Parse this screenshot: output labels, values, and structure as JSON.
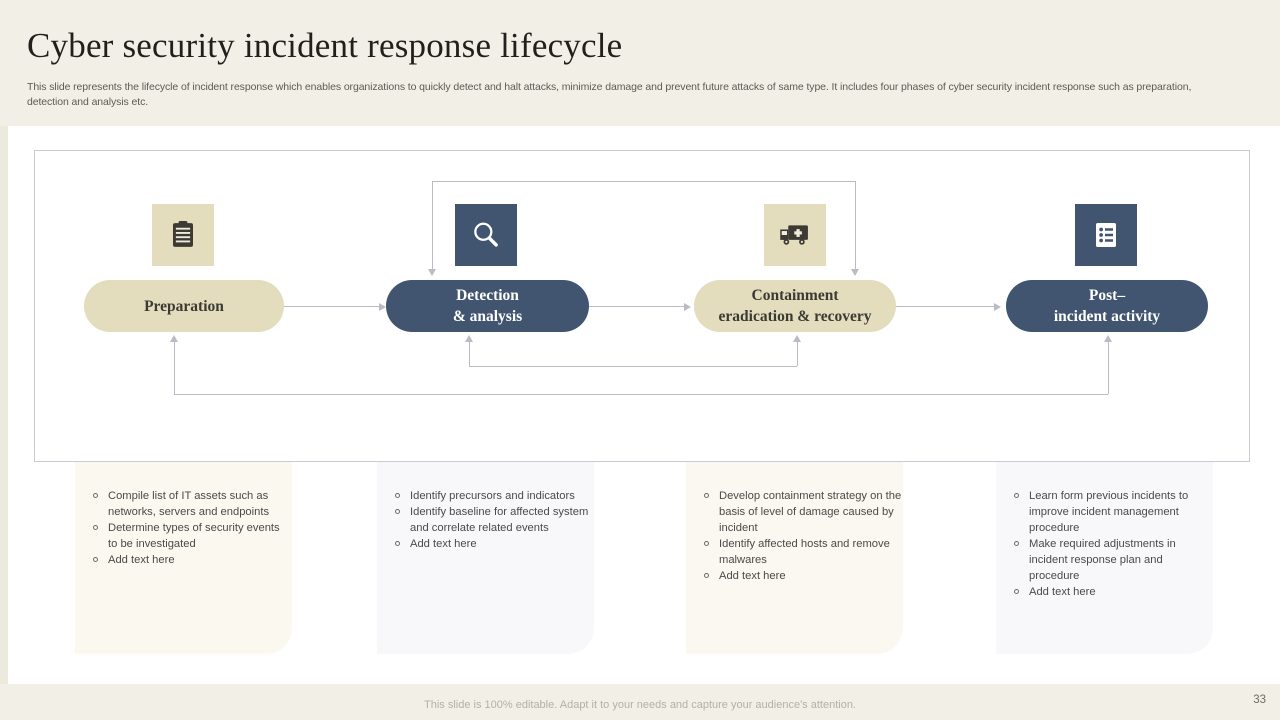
{
  "header": {
    "title": "Cyber security incident response lifecycle",
    "subtitle": "This slide represents the lifecycle of incident response which enables organizations to quickly detect and halt attacks, minimize damage and prevent future attacks of same type. It includes four phases of cyber security incident response such as preparation, detection and analysis etc."
  },
  "colors": {
    "page_background": "#f2f0e6",
    "panel_background": "#ffffff",
    "accent_beige": "#e3dcbd",
    "accent_navy": "#415570",
    "connector": "#b9bcc4",
    "title_text": "#231f1c",
    "body_text": "#4a4a4a"
  },
  "diagram": {
    "phases": [
      {
        "id": "preparation",
        "label": "Preparation",
        "style": "beige",
        "icon": "clipboard-checklist-icon",
        "icon_tile_style": "beige"
      },
      {
        "id": "detection-analysis",
        "label_line1": "Detection",
        "label_line2": "& analysis",
        "style": "navy",
        "icon": "magnifier-icon",
        "icon_tile_style": "navy"
      },
      {
        "id": "containment-eradication-recovery",
        "label_line1": "Containment",
        "label_line2": "eradication & recovery",
        "style": "beige",
        "icon": "ambulance-icon",
        "icon_tile_style": "beige"
      },
      {
        "id": "post-incident-activity",
        "label_line1": "Post–",
        "label_line2": "incident activity",
        "style": "navy",
        "icon": "checklist-document-icon",
        "icon_tile_style": "navy"
      }
    ]
  },
  "details": [
    {
      "phase": "preparation",
      "bullets": [
        "Compile list of IT assets such as networks, servers and endpoints",
        "Determine types of security events to be investigated",
        "Add text here"
      ]
    },
    {
      "phase": "detection-analysis",
      "bullets": [
        "Identify precursors and indicators",
        "Identify baseline for affected system and correlate related events",
        "Add text here"
      ]
    },
    {
      "phase": "containment-eradication-recovery",
      "bullets": [
        "Develop containment strategy on the basis of level of damage caused by incident",
        "Identify affected hosts and remove malwares",
        "Add text here"
      ]
    },
    {
      "phase": "post-incident-activity",
      "bullets": [
        "Learn form previous incidents to improve incident management procedure",
        "Make required adjustments in incident response plan and procedure",
        "Add text here"
      ]
    }
  ],
  "footer": {
    "note": "This slide is 100% editable. Adapt it to your needs and capture your audience's attention.",
    "page_number": "33"
  }
}
